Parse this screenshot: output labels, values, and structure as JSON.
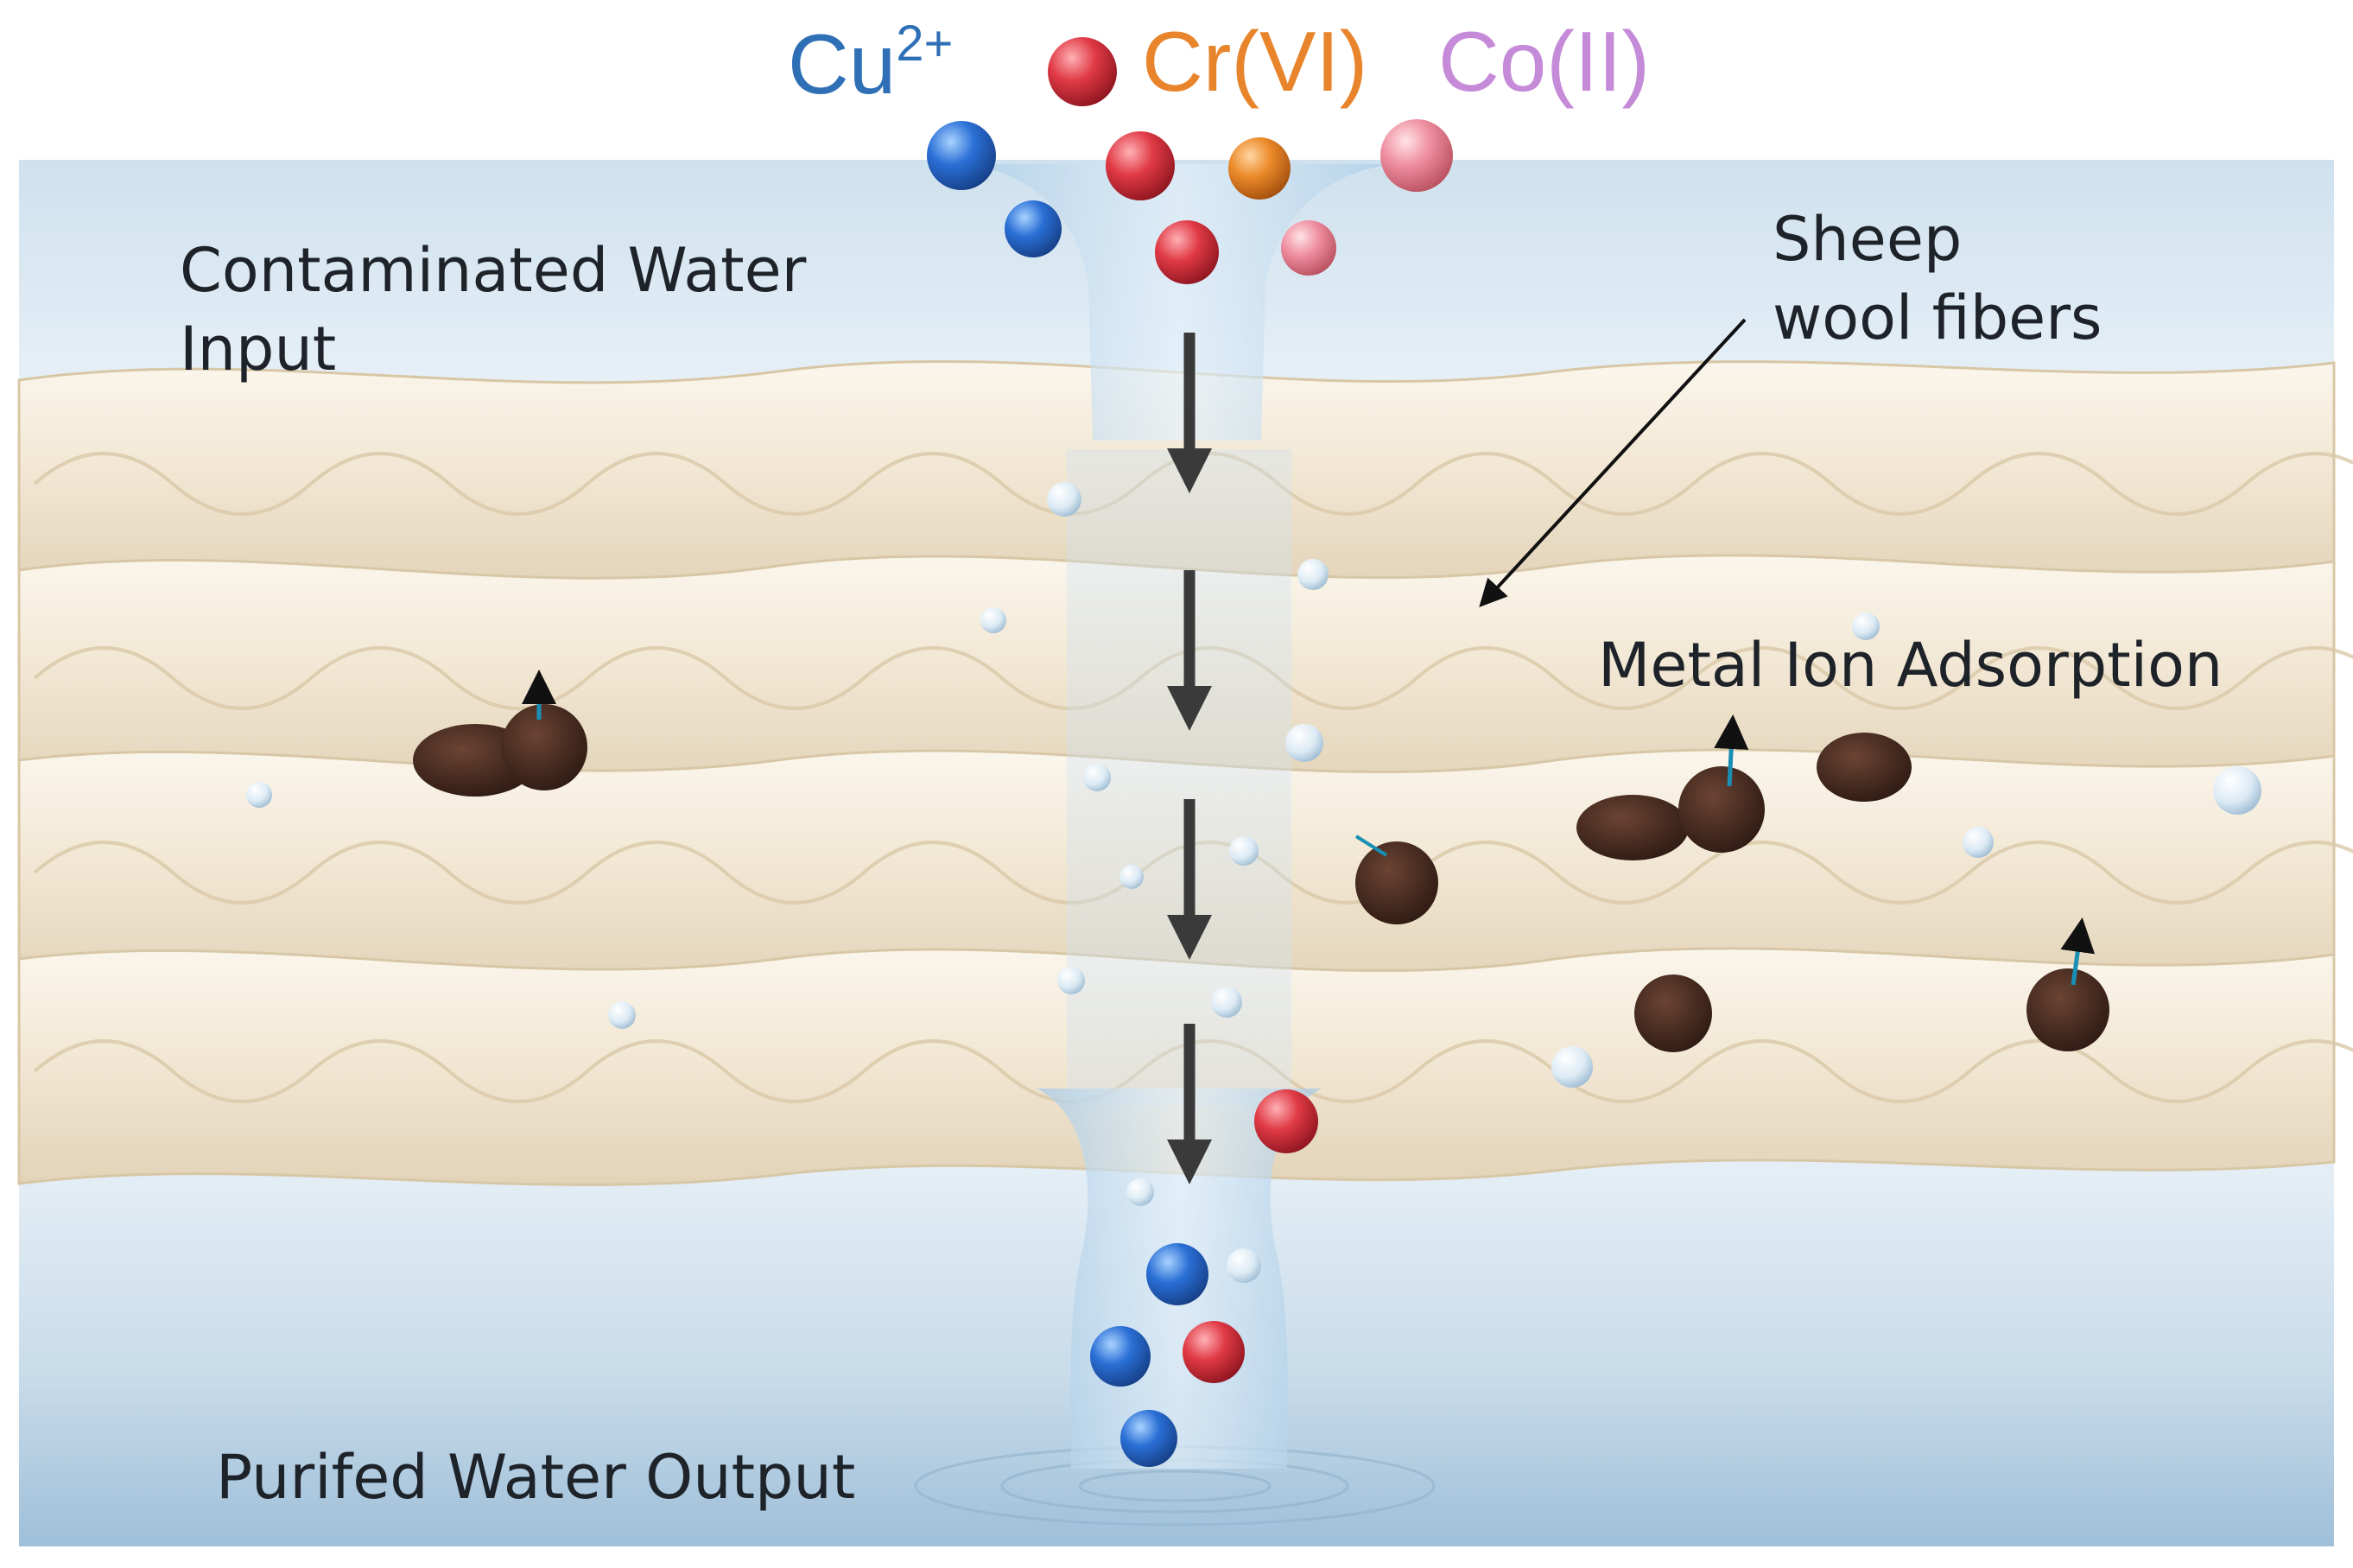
{
  "legend": {
    "copper": {
      "base": "Cu",
      "charge": "2+",
      "color": "#2f6fb6"
    },
    "chromium": {
      "label": "Cr(VI)",
      "color": "#e8852c"
    },
    "cobalt": {
      "label": "Co(II)",
      "color": "#c58ad8"
    }
  },
  "labels": {
    "input": {
      "line1": "Contaminated Water",
      "line2": "Input"
    },
    "fibers": {
      "line1": "Sheep",
      "line2": "wool fibers"
    },
    "adsorption": "Metal Ion Adsorption",
    "output": "Purifed Water Output"
  },
  "colors": {
    "wool": "#f3ead9",
    "water": "#d6e6f2",
    "ion_blue": "#2a6fd6",
    "ion_red": "#e03a45",
    "ion_orange": "#ec8a2a",
    "ion_pink": "#ef8fa0",
    "adsorbed": "#4a2c20",
    "flow_arrow": "#3a3a3a"
  }
}
